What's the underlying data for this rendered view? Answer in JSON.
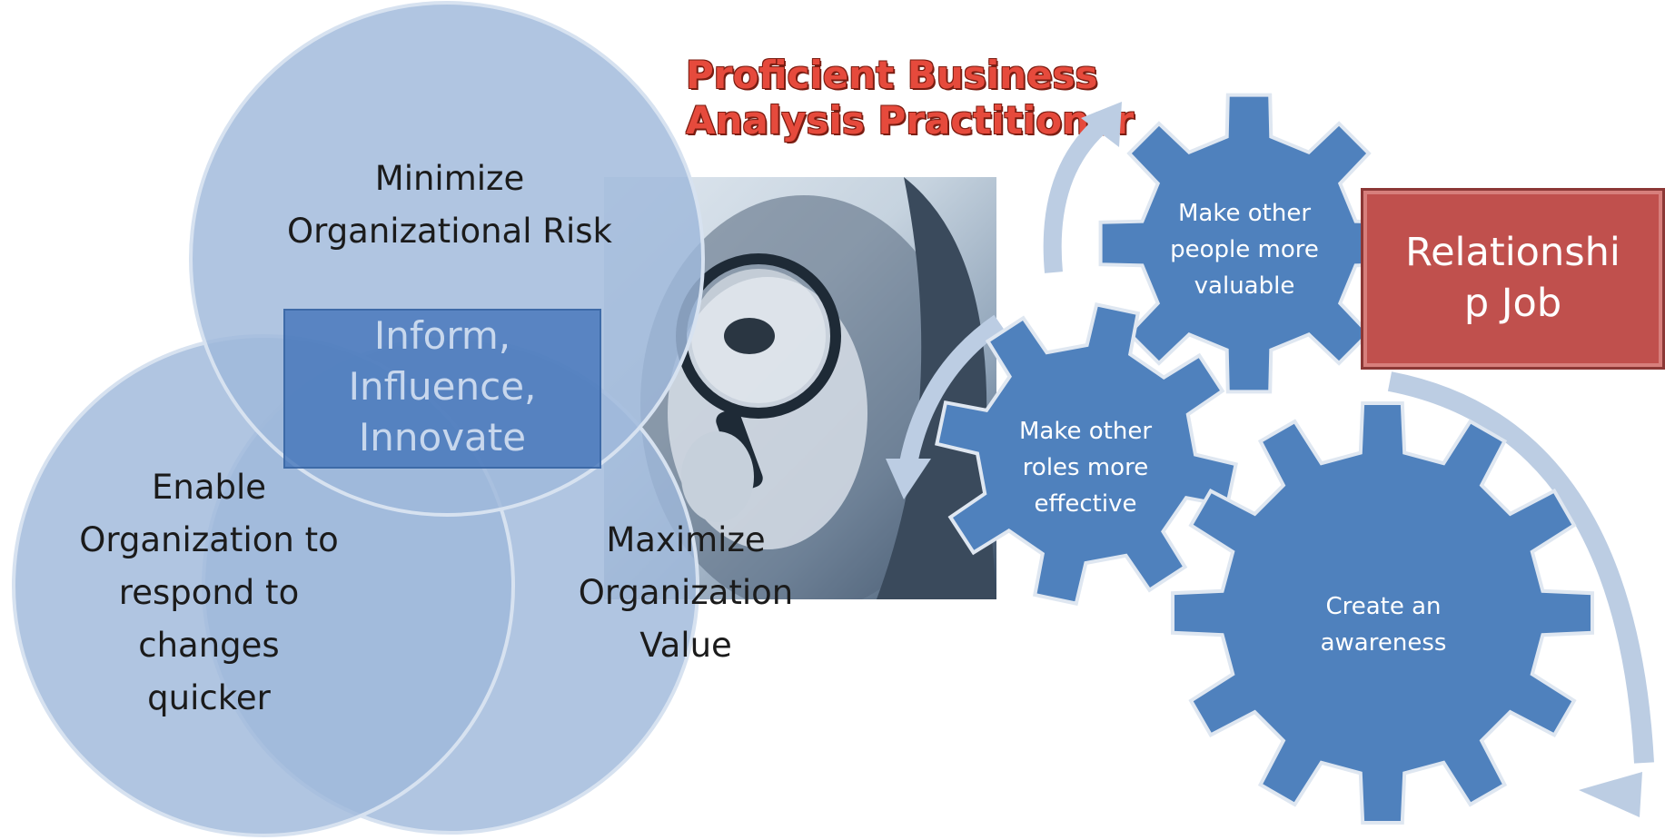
{
  "title_lines": [
    "Proficient Business",
    "Analysis Practitioner"
  ],
  "venn": {
    "top": [
      "Minimize",
      "Organizational Risk"
    ],
    "left": [
      "Enable",
      "Organization to",
      "respond to",
      "changes",
      "quicker"
    ],
    "right": [
      "Maximize",
      "Organization",
      "Value"
    ],
    "center": [
      "Inform,",
      "Influence,",
      "Innovate"
    ]
  },
  "gears": {
    "top": [
      "Make other",
      "people more",
      "valuable"
    ],
    "middle": [
      "Make other",
      "roles more",
      "effective"
    ],
    "bottom": [
      "Create an",
      "awareness"
    ]
  },
  "relationship_box": [
    "Relationshi",
    "p Job"
  ],
  "colors": {
    "circle_fill": "#a3bcdc",
    "gear_fill": "#4f81bd",
    "title_red": "#e64a3c",
    "box_red": "#c0504d",
    "arrow": "#bccde3"
  }
}
